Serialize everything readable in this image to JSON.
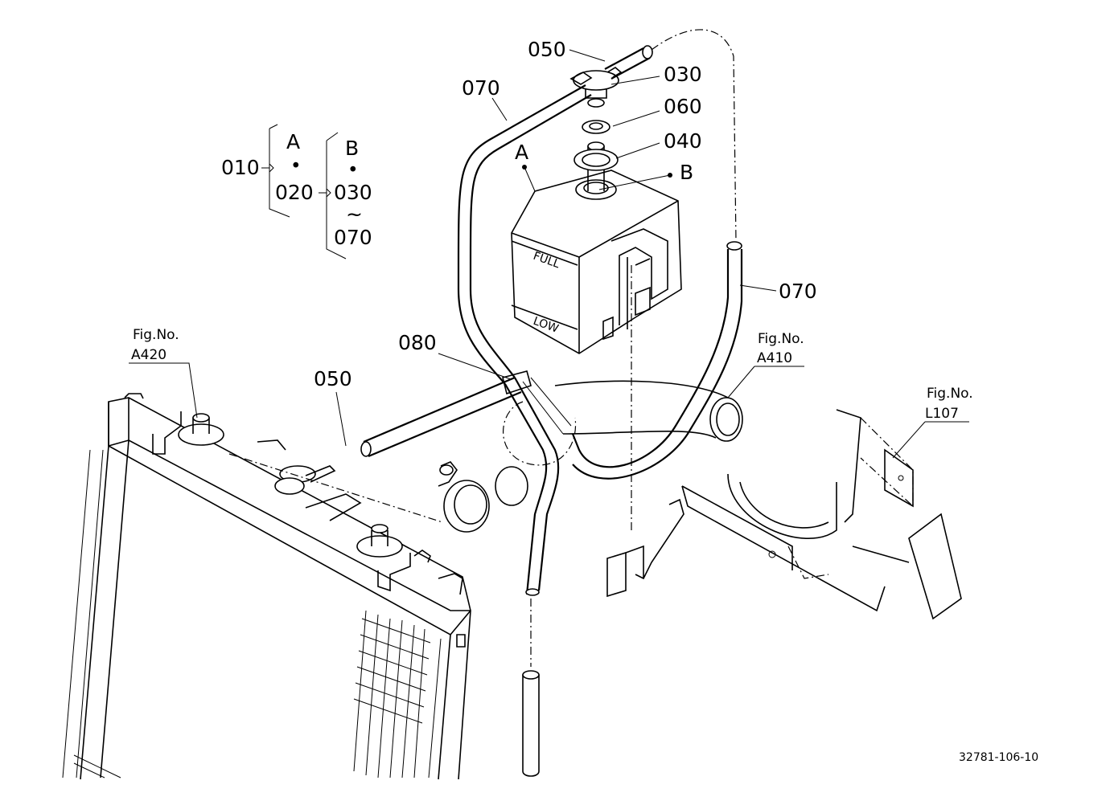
{
  "parts": {
    "p050_top": "050",
    "p030": "030",
    "p060": "060",
    "p040": "040",
    "p070_left": "070",
    "p070_right": "070",
    "p080": "080",
    "p050_mid": "050",
    "marker_A": "A",
    "marker_B": "B"
  },
  "legend": {
    "p010": "010",
    "A": "A",
    "dot1": "•",
    "p020": "020",
    "B": "B",
    "dot2": "•",
    "p030": "030",
    "tilde": "~",
    "p070": "070"
  },
  "refs": {
    "a420_label": "Fig.No.",
    "a420_num": "A420",
    "a410_label": "Fig.No.",
    "a410_num": "A410",
    "l107_label": "Fig.No.",
    "l107_num": "L107"
  },
  "tank": {
    "full": "FULL",
    "low": "LOW"
  },
  "footer": {
    "code": "32781-106-10"
  }
}
